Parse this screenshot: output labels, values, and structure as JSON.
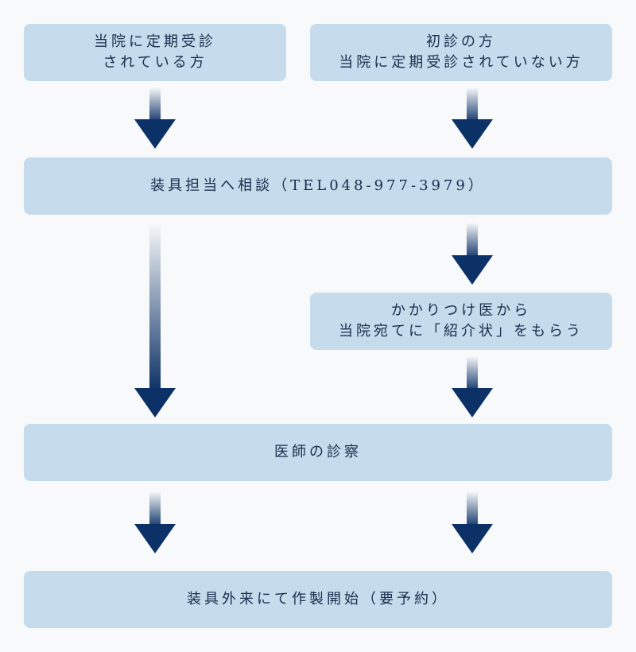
{
  "boxes": {
    "existing_patient": {
      "line1": "当院に定期受診",
      "line2": "されている方"
    },
    "new_patient": {
      "line1": "初診の方",
      "line2": "当院に定期受診されていない方"
    },
    "consultation": {
      "text": "装具担当へ相談（TEL048-977-3979）"
    },
    "referral": {
      "line1": "かかりつけ医から",
      "line2": "当院宛てに「紹介状」をもらう"
    },
    "doctor_exam": {
      "text": "医師の診察"
    },
    "start_outpatient": {
      "text": "装具外来にて作製開始（要予約）"
    }
  },
  "colors": {
    "box_fill": "#c6dbeb",
    "arrow": "#0c3166",
    "text": "#1a2d4d",
    "background": "#f8f9fb"
  }
}
